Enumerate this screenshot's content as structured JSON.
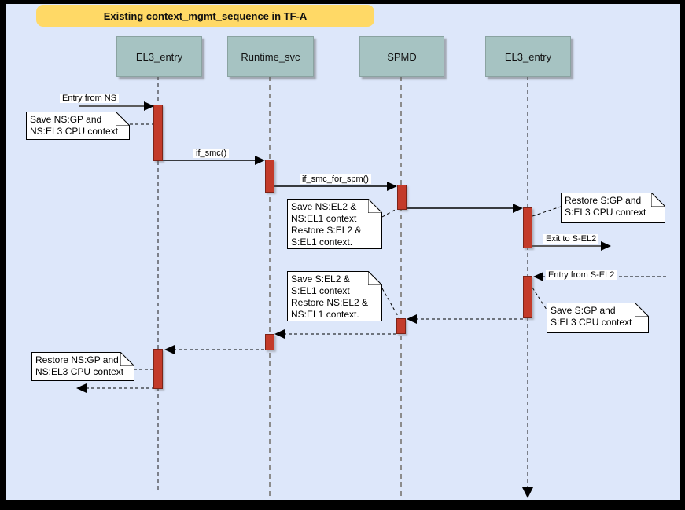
{
  "diagram": {
    "title": "Existing context_mgmt_sequence in TF-A",
    "lifelines": [
      {
        "name": "EL3_entry"
      },
      {
        "name": "Runtime_svc"
      },
      {
        "name": "SPMD"
      },
      {
        "name": "EL3_entry"
      }
    ],
    "messages": [
      {
        "label": "Entry from NS"
      },
      {
        "label": "if_smc()"
      },
      {
        "label": "if_smc_for_spm()"
      },
      {
        "label": "Exit to S-EL2"
      },
      {
        "label": "Entry from S-EL2"
      }
    ],
    "notes": [
      {
        "text": "Save NS:GP and\nNS:EL3 CPU context"
      },
      {
        "text": "Save NS:EL2 &\nNS:EL1 context\nRestore S:EL2 &\nS:EL1 context."
      },
      {
        "text": "Restore S:GP and\nS:EL3 CPU context"
      },
      {
        "text": "Save S:EL2 &\nS:EL1 context\nRestore NS:EL2 &\nNS:EL1 context."
      },
      {
        "text": "Save S:GP and\nS:EL3 CPU context"
      },
      {
        "text": "Restore NS:GP and\nNS:EL3 CPU context"
      }
    ],
    "colors": {
      "background": "#dde7fa",
      "frame": "#000000",
      "title_fill": "#ffd966",
      "lifeline_head_fill": "#a6c3c2",
      "activation_fill": "#c33b2a",
      "activation_border": "#7e2317",
      "entry_exit_line": "#5b5b5b"
    }
  }
}
